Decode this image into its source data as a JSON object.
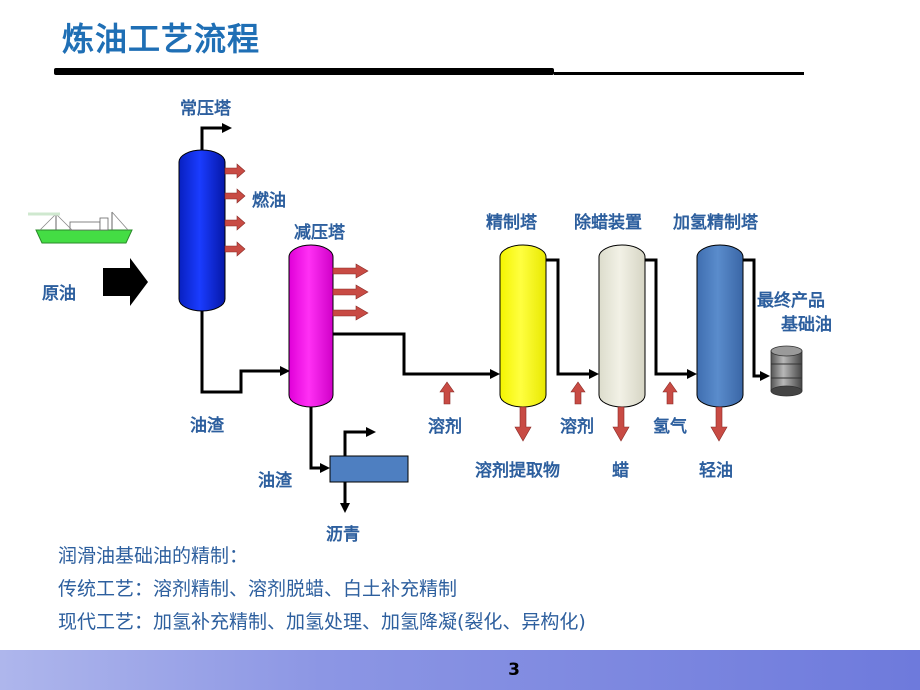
{
  "title": "炼油工艺流程",
  "labels": {
    "atmospheric_tower": "常压塔",
    "fuel_oil": "燃油",
    "crude_oil": "原油",
    "residue_1": "油渣",
    "vacuum_tower": "减压塔",
    "residue_2": "油渣",
    "asphalt": "沥青",
    "solvent_1": "溶剂",
    "refining_tower": "精制塔",
    "extract": "溶剂提取物",
    "dewaxing_unit": "除蜡装置",
    "solvent_2": "溶剂",
    "wax": "蜡",
    "hydrofinishing_tower": "加氢精制塔",
    "hydrogen": "氢气",
    "light_oil": "轻油",
    "final_product": "最终产品",
    "base_oil": "基础油"
  },
  "notes": [
    "润滑油基础油的精制：",
    "传统工艺：溶剂精制、溶剂脱蜡、白土补充精制",
    "现代工艺：加氢补充精制、加氢处理、加氢降凝(裂化、异构化)"
  ],
  "page_number": "3",
  "colors": {
    "title": "#1f6fb5",
    "label": "#2d5f9e",
    "atmospheric_tower": "#0a2bd6",
    "vacuum_tower": "#ff11ee",
    "refining_tower": "#ffff00",
    "dewaxing_unit": "#eae9dc",
    "hydrofinishing_tower": "#4e7fc1",
    "arrow": "#c84b44",
    "ship": "#44dd44"
  }
}
